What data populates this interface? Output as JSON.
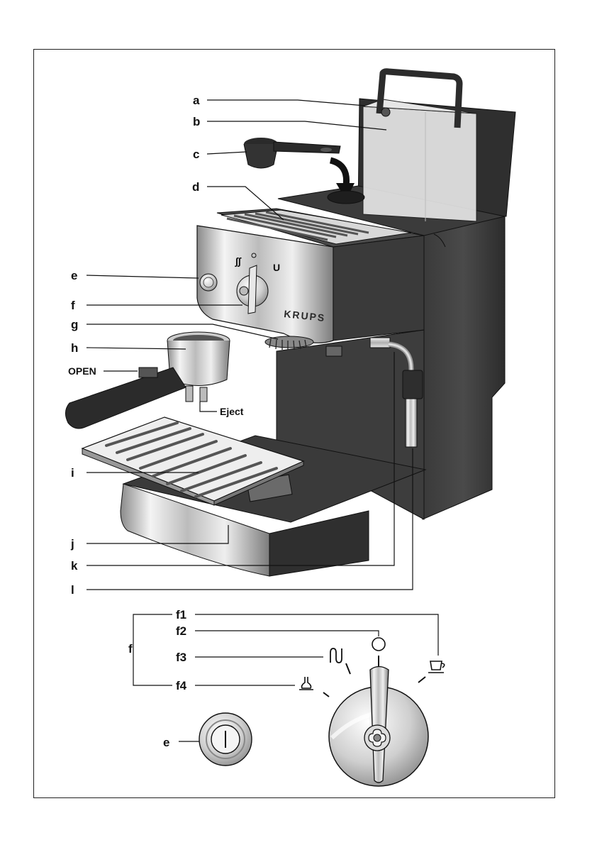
{
  "brand": "KRUPS",
  "labels": {
    "a": "a",
    "b": "b",
    "c": "c",
    "d": "d",
    "e": "e",
    "f": "f",
    "g": "g",
    "h": "h",
    "i": "i",
    "j": "j",
    "k": "k",
    "l": "l",
    "open": "OPEN",
    "eject": "Eject",
    "detail_f": "f",
    "f1": "f1",
    "f2": "f2",
    "f3": "f3",
    "f4": "f4",
    "detail_e": "e"
  }
}
